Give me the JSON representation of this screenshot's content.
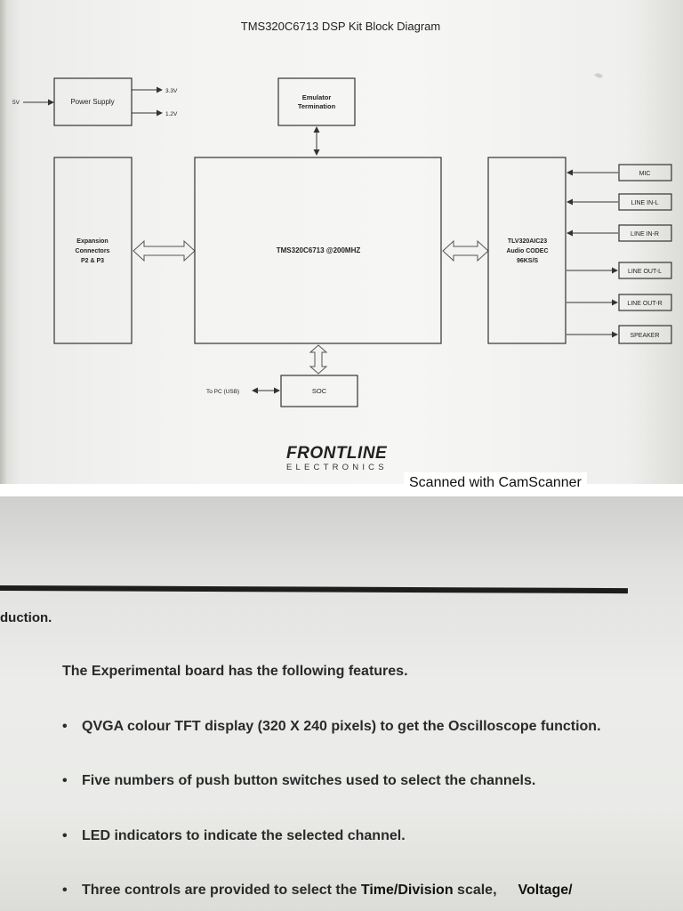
{
  "diagram": {
    "title": "TMS320C6713 DSP Kit Block Diagram",
    "power_supply": {
      "label": "Power Supply",
      "input": "5V",
      "out_1": "3.3V",
      "out_2": "1.2V"
    },
    "emulator": {
      "line1": "Emulator",
      "line2": "Termination"
    },
    "expansion": {
      "line1": "Expansion",
      "line2": "Connectors",
      "line3": "P2 & P3"
    },
    "dsp": {
      "label": "TMS320C6713 @200MHZ"
    },
    "codec": {
      "line1": "TLV320AIC23",
      "line2": "Audio CODEC",
      "line3": "96KS/S"
    },
    "ports": [
      "MIC",
      "LINE IN-L",
      "LINE IN-R",
      "LINE OUT-L",
      "LINE OUT-R",
      "SPEAKER"
    ],
    "soc": {
      "label": "SOC",
      "to_pc": "To PC (USB)"
    },
    "brand": {
      "name": "FRONTLINE",
      "sub": "ELECTRONICS"
    }
  },
  "scanner_note": "Scanned with CamScanner",
  "page": {
    "section_heading": "duction.",
    "intro": "The Experimental board has the following features.",
    "features": [
      {
        "bullet": "•",
        "text": "QVGA colour TFT display (320 X 240 pixels) to get the Oscilloscope function."
      },
      {
        "bullet": "•",
        "text": "Five numbers of push button switches used to select the channels."
      },
      {
        "bullet": "•",
        "text": "LED indicators to indicate the selected channel."
      },
      {
        "bullet": "•",
        "text_part1": "Three controls are provided to select the ",
        "text_part2": "Time/Division",
        "text_part3": " scale,",
        "text_part4": "Voltage/"
      }
    ]
  }
}
